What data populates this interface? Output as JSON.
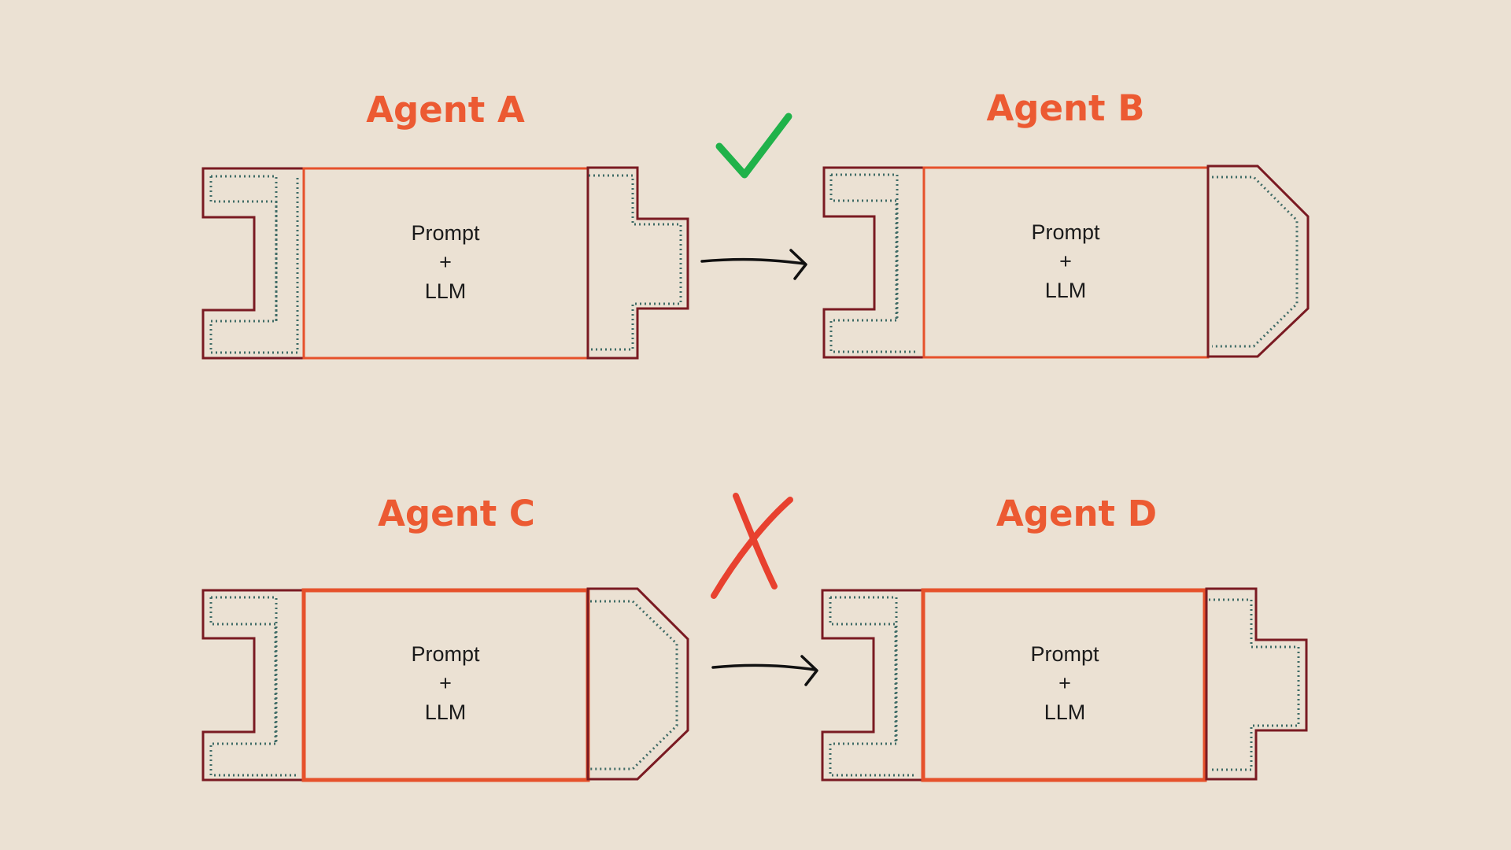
{
  "colors": {
    "background": "#ebe1d3",
    "title": "#ec5a32",
    "body_border": "#e6512b",
    "connector_outline": "#7a1a22",
    "connector_dots": "#3f6b66",
    "check": "#20b24a",
    "cross": "#e8412f",
    "arrow": "#111111"
  },
  "agents": {
    "a": {
      "title": "Agent A",
      "line1": "Prompt",
      "line2": "+",
      "line3": "LLM",
      "input_connector": "notch",
      "output_connector": "tab"
    },
    "b": {
      "title": "Agent B",
      "line1": "Prompt",
      "line2": "+",
      "line3": "LLM",
      "input_connector": "notch",
      "output_connector": "pointed"
    },
    "c": {
      "title": "Agent C",
      "line1": "Prompt",
      "line2": "+",
      "line3": "LLM",
      "input_connector": "notch",
      "output_connector": "pointed"
    },
    "d": {
      "title": "Agent D",
      "line1": "Prompt",
      "line2": "+",
      "line3": "LLM",
      "input_connector": "notch",
      "output_connector": "tab"
    }
  },
  "connections": [
    {
      "from": "Agent A",
      "to": "Agent B",
      "result": "compatible",
      "mark_icon": "check-icon"
    },
    {
      "from": "Agent C",
      "to": "Agent D",
      "result": "incompatible",
      "mark_icon": "cross-icon"
    }
  ]
}
